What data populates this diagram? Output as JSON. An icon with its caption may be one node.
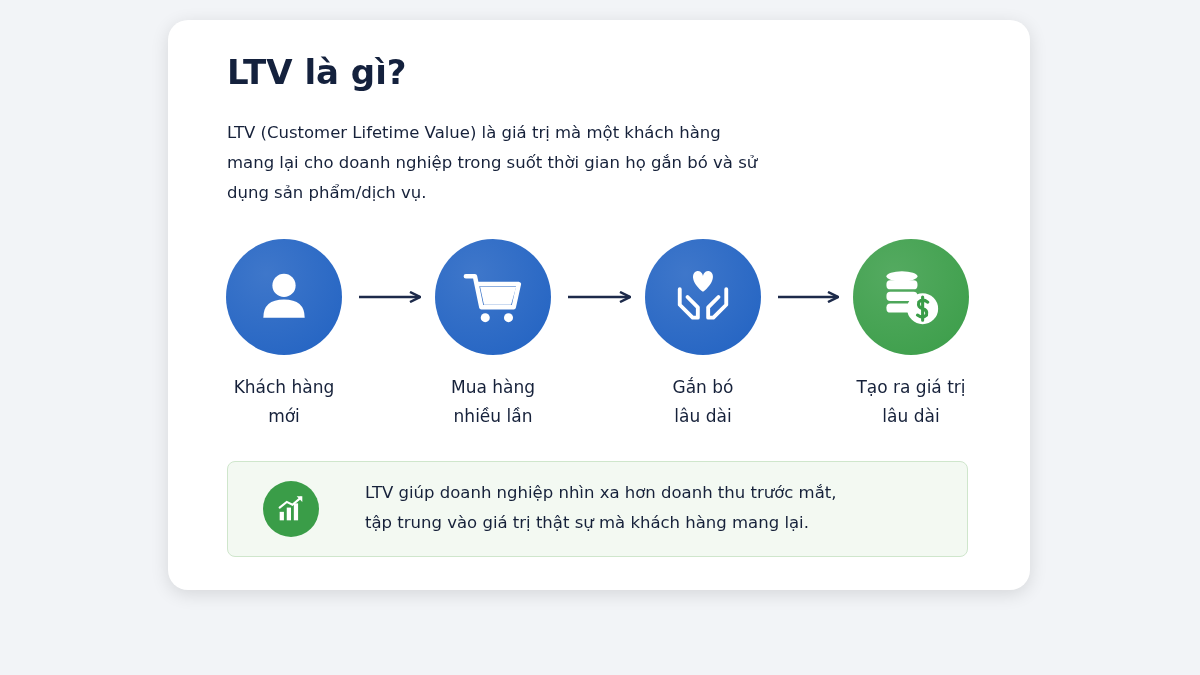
{
  "diagram": {
    "title": "LTV là gì?",
    "nodes": [
      {
        "text": [
          "Khách hàng mới"
        ]
      },
      {
        "text": [
          "Mua hàng nhiều lần"
        ]
      },
      {
        "text": [
          "Gắn bó lâu dài"
        ]
      },
      {
        "text": [
          "Tạo ra giá trị lâu dài"
        ]
      },
      {
        "text": [
          "LTV giúp doanh nghiệp nhìn xa hơn doanh thu trước mắt, tập trung vào giá trị thật sự mà khách hàng mang lại."
        ]
      }
    ],
    "edges": [
      {
        "from": 0,
        "to": 1,
        "arrow": "to"
      },
      {
        "from": 1,
        "to": 2,
        "arrow": "to"
      },
      {
        "from": 2,
        "to": 3,
        "arrow": "to"
      }
    ],
    "labels": [
      "LTV (Customer Lifetime Value) là giá trị mà một khách hàng mang lại cho doanh nghiệp trong suốt thời gian họ gắn bó và sử dụng sản phẩm/dịch vụ."
    ]
  }
}
